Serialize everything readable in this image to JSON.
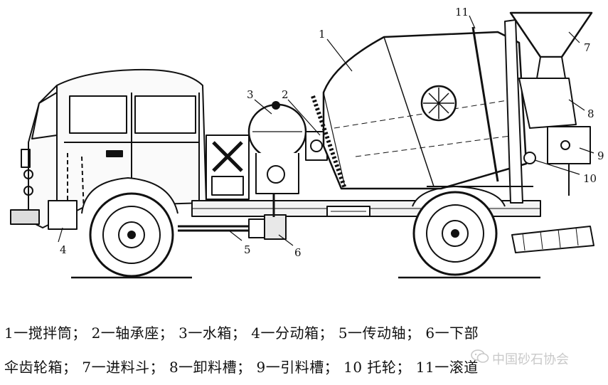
{
  "callouts": [
    {
      "id": "1",
      "text": "1"
    },
    {
      "id": "2",
      "text": "2"
    },
    {
      "id": "3",
      "text": "3"
    },
    {
      "id": "4",
      "text": "4"
    },
    {
      "id": "5",
      "text": "5"
    },
    {
      "id": "6",
      "text": "6"
    },
    {
      "id": "7",
      "text": "7"
    },
    {
      "id": "8",
      "text": "8"
    },
    {
      "id": "9",
      "text": "9"
    },
    {
      "id": "10",
      "text": "10"
    },
    {
      "id": "11",
      "text": "11"
    }
  ],
  "legend": {
    "line1": "1一搅拌筒； 2一轴承座； 3一水箱； 4一分动箱； 5一传动轴； 6一下部",
    "line2": "伞齿轮箱； 7一进料斗； 8一卸料槽； 9一引料槽； 10  托轮； 11一滚道"
  },
  "watermark": {
    "text": "中国砂石协会",
    "icon": "wechat-icon"
  }
}
